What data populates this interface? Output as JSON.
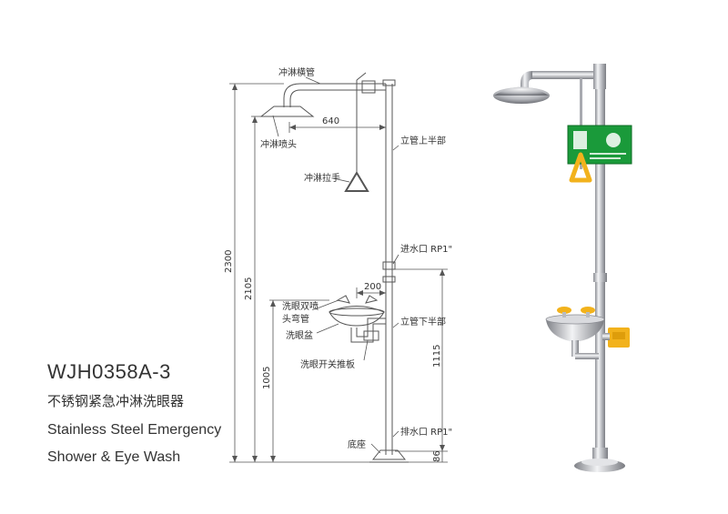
{
  "labels": {
    "shower_pipe": "冲淋横管",
    "shower_head": "冲淋喷头",
    "upper_riser": "立管上半部",
    "pull_handle": "冲淋拉手",
    "water_inlet": "进水口 RP1\"",
    "eyewash_head_line1": "洗眼双喷",
    "eyewash_head_line2": "头弯管",
    "eyewash_bowl": "洗眼盆",
    "lower_riser": "立管下半部",
    "eyewash_push_plate": "洗眼开关推板",
    "base": "底座",
    "drain_outlet": "排水口 RP1\""
  },
  "dimensions": {
    "shower_reach": "640",
    "eyewash_reach": "200",
    "total_height": "2300",
    "shower_head_height": "2105",
    "inlet_to_drain": "1115",
    "eyewash_height": "1005",
    "drain_height": "86"
  },
  "product": {
    "model": "WJH0358A-3",
    "name_cn": "不锈钢紧急冲淋洗眼器",
    "name_en_line1": "Stainless Steel Emergency",
    "name_en_line2": "Shower & Eye Wash"
  },
  "colors": {
    "sign_green": "#1a9a3a",
    "handle_yellow": "#f2b21c",
    "steel": "#c8c8cc"
  }
}
